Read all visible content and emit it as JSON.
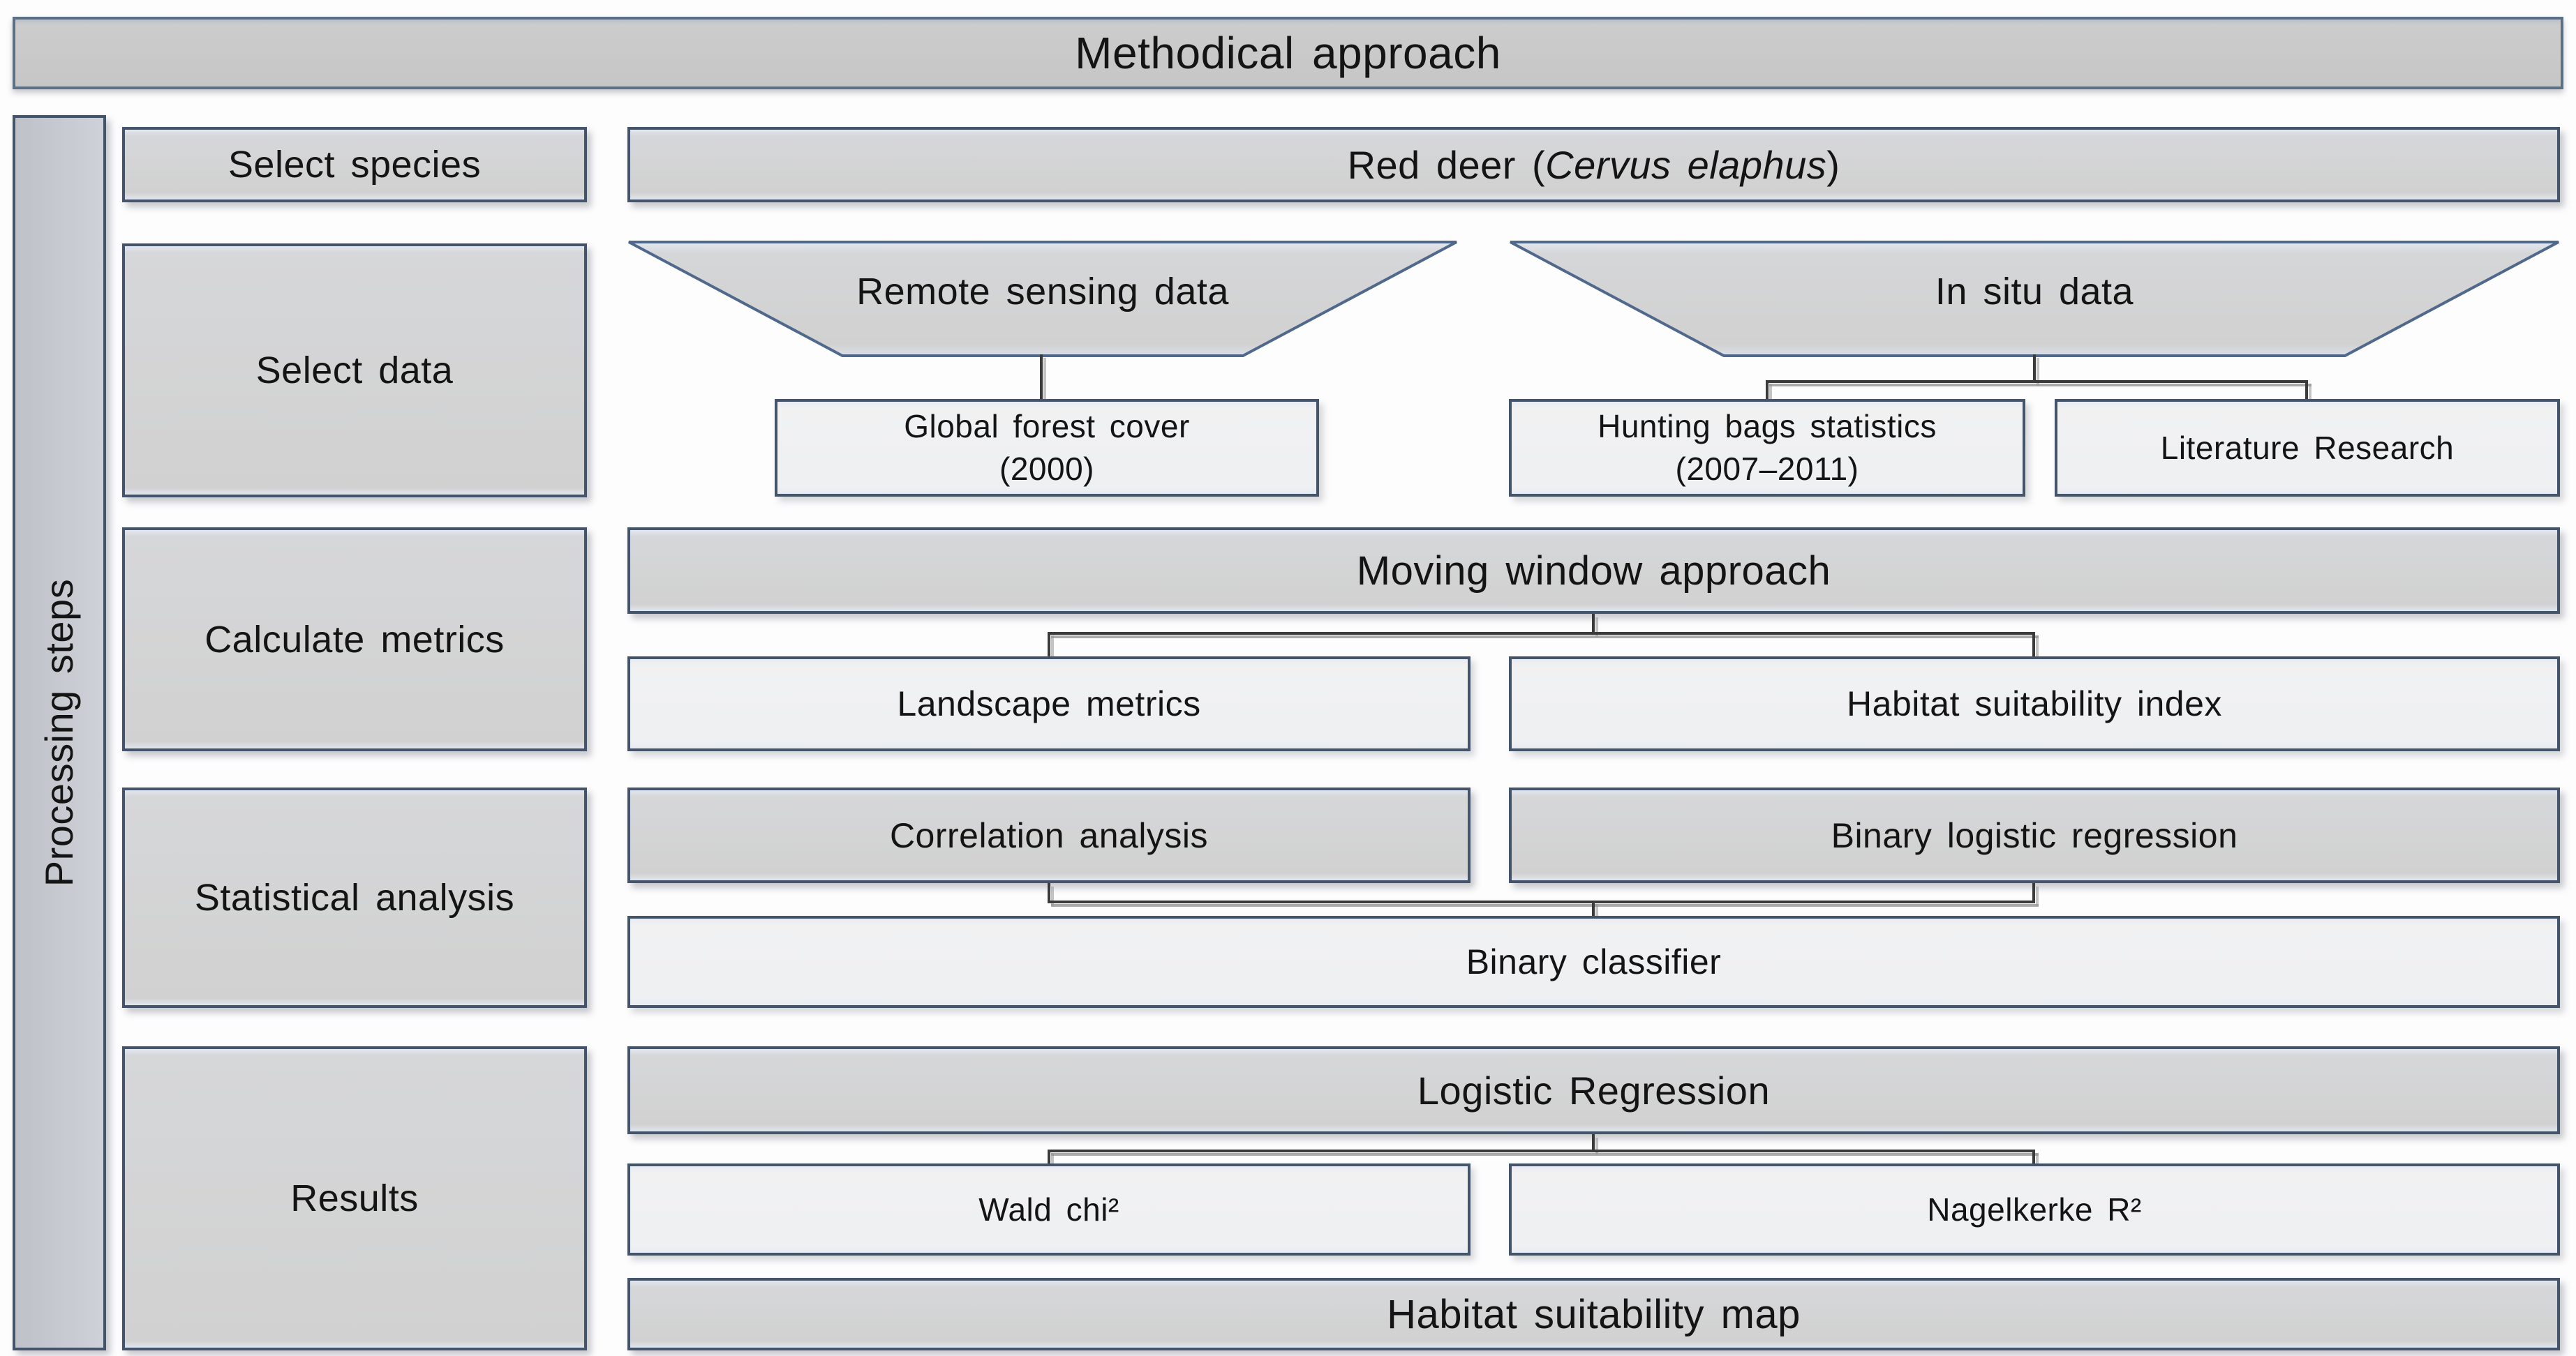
{
  "title": "Methodical approach",
  "sidebar": {
    "label": "Processing steps"
  },
  "steps": [
    "Select species",
    "Select data",
    "Calculate metrics",
    "Statistical analysis",
    "Results"
  ],
  "species": {
    "prefix": "Red deer (",
    "italic": "Cervus elaphus",
    "suffix": ")"
  },
  "data": {
    "remote": {
      "label": "Remote sensing data",
      "child": {
        "line1": "Global forest cover",
        "line2": "(2000)"
      }
    },
    "insitu": {
      "label": "In situ data",
      "hunting": {
        "line1": "Hunting bags statistics",
        "line2": "(2007–2011)"
      },
      "literature": "Literature Research"
    }
  },
  "metrics": {
    "parent": "Moving window approach",
    "left": "Landscape metrics",
    "right": "Habitat suitability index"
  },
  "stats": {
    "left": "Correlation analysis",
    "right": "Binary logistic regression",
    "merged": "Binary classifier"
  },
  "results": {
    "parent": "Logistic Regression",
    "left": "Wald chi²",
    "right": "Nagelkerke R²",
    "final": "Habitat suitability map"
  },
  "colors": {
    "border": "#44546a",
    "fill_dark": "#d2d2d2",
    "fill_light": "#f0f1f2",
    "trapezoid_stroke": "#4f688c",
    "connector": "#3b3b3b"
  }
}
